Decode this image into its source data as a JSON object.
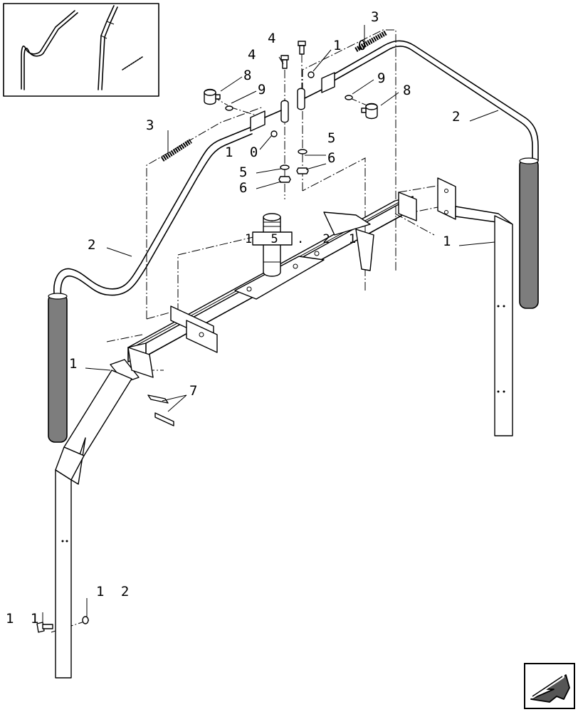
{
  "callouts": {
    "frame_right": "1",
    "frame_left": "1",
    "bar_right": "2",
    "bar_left": "2",
    "spring_right": "3",
    "spring_left": "3",
    "bolt_upper": "4",
    "bolt_lower": "4",
    "washer_right": "5",
    "washer_left": "5",
    "nut_right": "6",
    "nut_left": "6",
    "clips": "7",
    "knob_left": "8",
    "knob_right": "8",
    "washer9_left": "9",
    "washer9_right": "9",
    "bushing_upper": "1 0",
    "bushing_lower": "1 0",
    "bolt_bottom": "1 1",
    "washer_bottom": "1 2",
    "ref_box": "1 5 . 2 1"
  },
  "icons": {
    "inset": "part-overview-inset",
    "nav": "previous-page-arrow-icon"
  }
}
